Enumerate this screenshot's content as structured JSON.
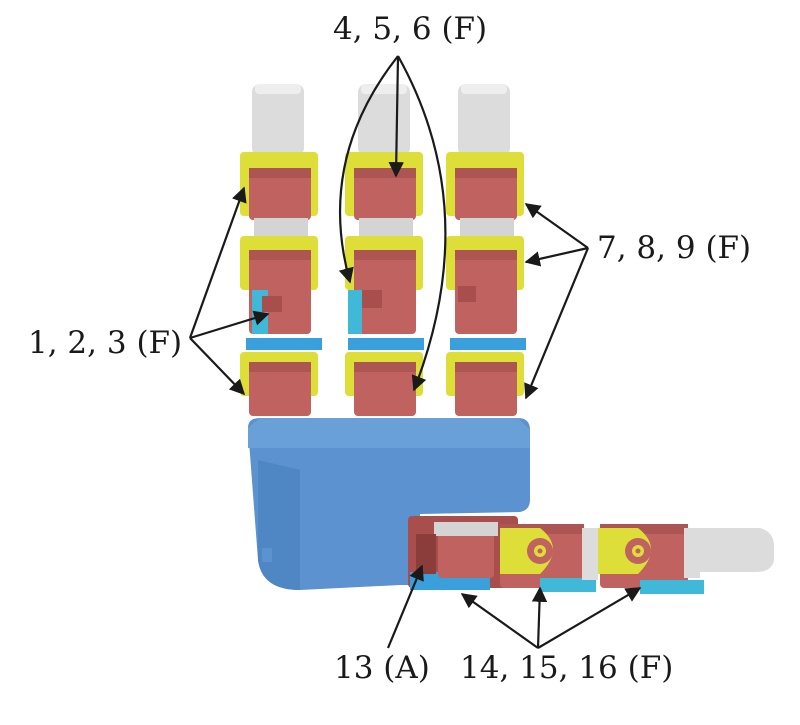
{
  "labels": {
    "group_a": "1, 2, 3 (F)",
    "group_b": "4, 5, 6 (F)",
    "group_c": "7, 8, 9 (F)",
    "group_d": "13 (A)",
    "group_e": "14, 15, 16 (F)"
  },
  "colors": {
    "palm": "#5b92cf",
    "palm_shadow": "#4779b3",
    "servo": "#c0625f",
    "servo_shade": "#a84f4d",
    "bracket": "#dede38",
    "bracket_edge": "#b8b820",
    "cyan_part": "#40b8d8",
    "blue_part": "#3aa0dc",
    "fingertip": "#dcdcdc",
    "arrow": "#1a1a1a"
  }
}
